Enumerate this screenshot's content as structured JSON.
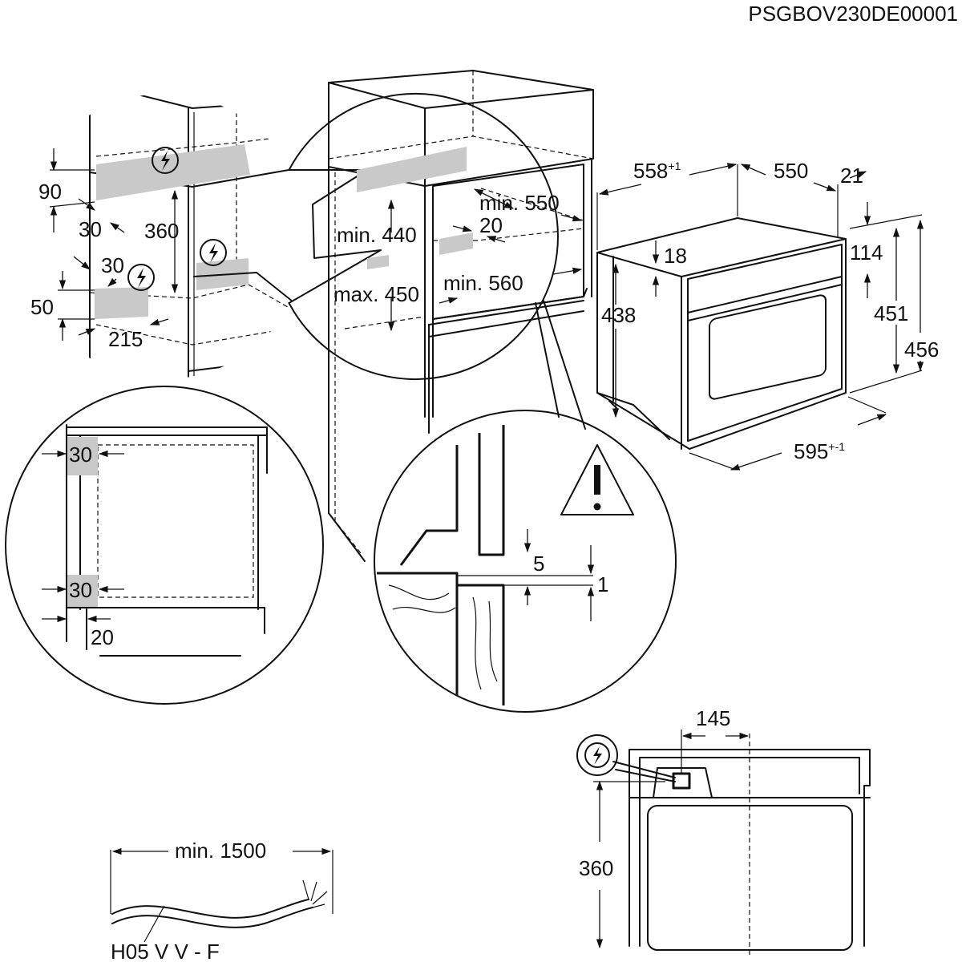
{
  "drawing_code": "PSGBOV230DE00001",
  "top_detail": {
    "d90": "90",
    "d30a": "30",
    "d360": "360",
    "d30b": "30",
    "d50": "50",
    "d215": "215"
  },
  "cabinet": {
    "min440": "min. 440",
    "max450": "max. 450",
    "min550": "min. 550",
    "d20": "20",
    "min560": "min. 560"
  },
  "appliance": {
    "d558": "558",
    "d558_sup": "+1",
    "d550": "550",
    "d21": "21",
    "d18": "18",
    "d114": "114",
    "d438": "438",
    "d451": "451",
    "d456": "456",
    "d595": "595",
    "d595_sup": "+-1"
  },
  "side_detail": {
    "d30a": "30",
    "d30b": "30",
    "d20": "20"
  },
  "step_detail": {
    "d5": "5",
    "d1": "1"
  },
  "rear_view": {
    "d145": "145",
    "d360": "360"
  },
  "cable": {
    "min1500": "min. 1500",
    "type": "H05 V V - F"
  },
  "icons": [
    "electrical-hazard-icon",
    "warning-triangle-icon"
  ]
}
